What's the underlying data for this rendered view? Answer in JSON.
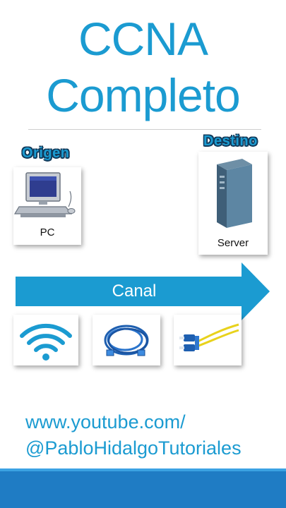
{
  "title": {
    "line1": "CCNA",
    "line2": "Completo"
  },
  "origin": {
    "label": "Origen",
    "device": "PC"
  },
  "destination": {
    "label": "Destino",
    "device": "Server"
  },
  "channel": {
    "label": "Canal"
  },
  "media": [
    "wifi-icon",
    "ethernet-cable-icon",
    "fiber-optic-cable-icon"
  ],
  "footer": {
    "url_line1": "www.youtube.com/",
    "url_line2": "@PabloHidalgoTutoriales"
  },
  "colors": {
    "accent": "#1b9bd1",
    "band": "#1f7cc4"
  }
}
